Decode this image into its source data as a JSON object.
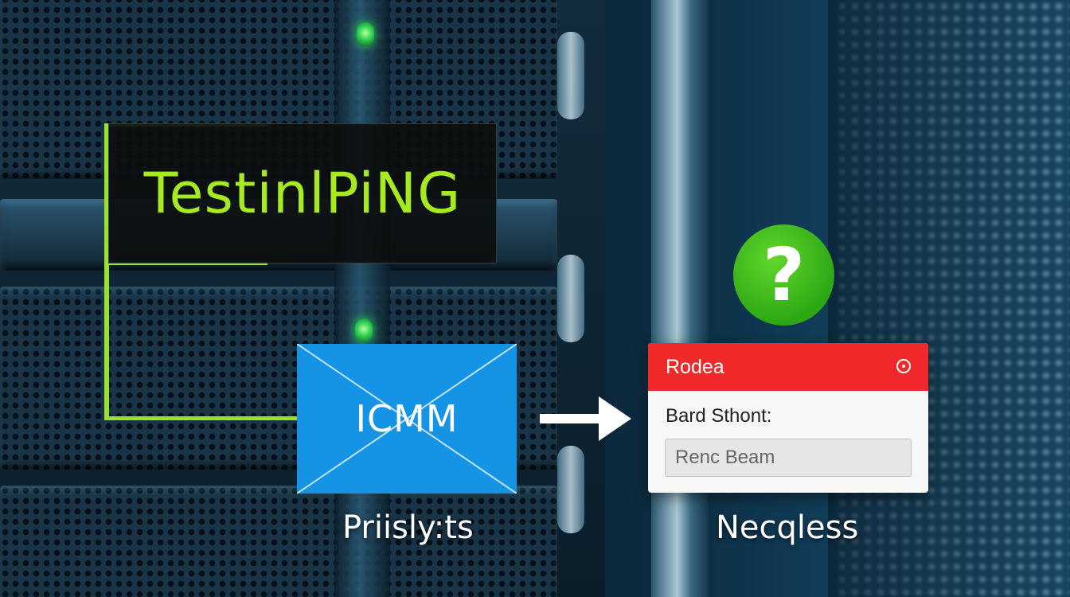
{
  "title_panel": {
    "text": "TestinlPiNG",
    "color": "#a6ea1f"
  },
  "envelope": {
    "label": "ICMM",
    "color": "#1594e6"
  },
  "help_badge": {
    "symbol": "?",
    "color": "#2da815"
  },
  "dialog": {
    "header_title": "Rodea",
    "header_color": "#f02a2a",
    "header_icon": "target-icon",
    "field_label": "Bard Sthont:",
    "field_value": "Renc Beam"
  },
  "captions": {
    "left": "Priisly:ts",
    "right": "Necqless"
  },
  "accent_color": "#9be327"
}
